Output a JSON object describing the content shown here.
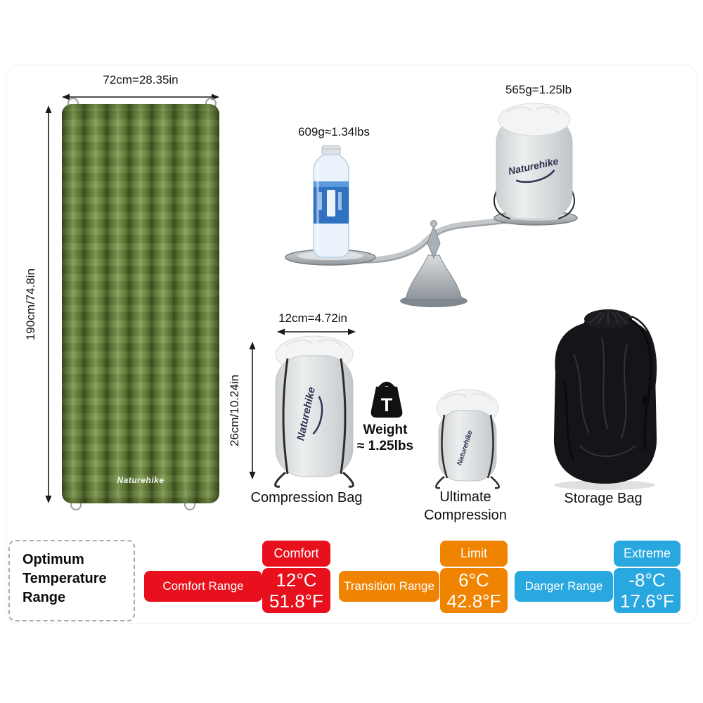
{
  "colors": {
    "comfort_red": "#e8101c",
    "limit_orange": "#f08300",
    "extreme_blue": "#29a8e0",
    "bag_green": "#6b8440",
    "storage_black": "#141519"
  },
  "sleeping_bag": {
    "width_label": "72cm=28.35in",
    "height_label": "190cm/74.8in",
    "brand": "Naturehike"
  },
  "scale": {
    "bottle_weight_label": "609g≈1.34lbs",
    "sack_weight_label": "565g=1.25lb",
    "sack_brand": "Naturehike"
  },
  "compression_bag": {
    "width_label": "12cm=4.72in",
    "height_label": "26cm/10.24in",
    "caption": "Compression Bag",
    "brand": "Naturehike",
    "weight_title": "Weight",
    "weight_value": "≈ 1.25lbs",
    "weight_icon_letter": "T"
  },
  "ultimate_compression": {
    "caption_line1": "Ultimate",
    "caption_line2": "Compression"
  },
  "storage_bag": {
    "caption": "Storage Bag"
  },
  "temperature": {
    "title_line1": "Optimum",
    "title_line2": "Temperature",
    "title_line3": "Range",
    "segments": [
      {
        "range_label": "Comfort Range",
        "badge_label": "Comfort",
        "temp_c": "12°C",
        "temp_f": "51.8°F",
        "color": "#e8101c"
      },
      {
        "range_label": "Transition Range",
        "badge_label": "Limit",
        "temp_c": "6°C",
        "temp_f": "42.8°F",
        "color": "#f08300"
      },
      {
        "range_label": "Danger Range",
        "badge_label": "Extreme",
        "temp_c": "-8°C",
        "temp_f": "17.6°F",
        "color": "#29a8e0"
      }
    ]
  }
}
